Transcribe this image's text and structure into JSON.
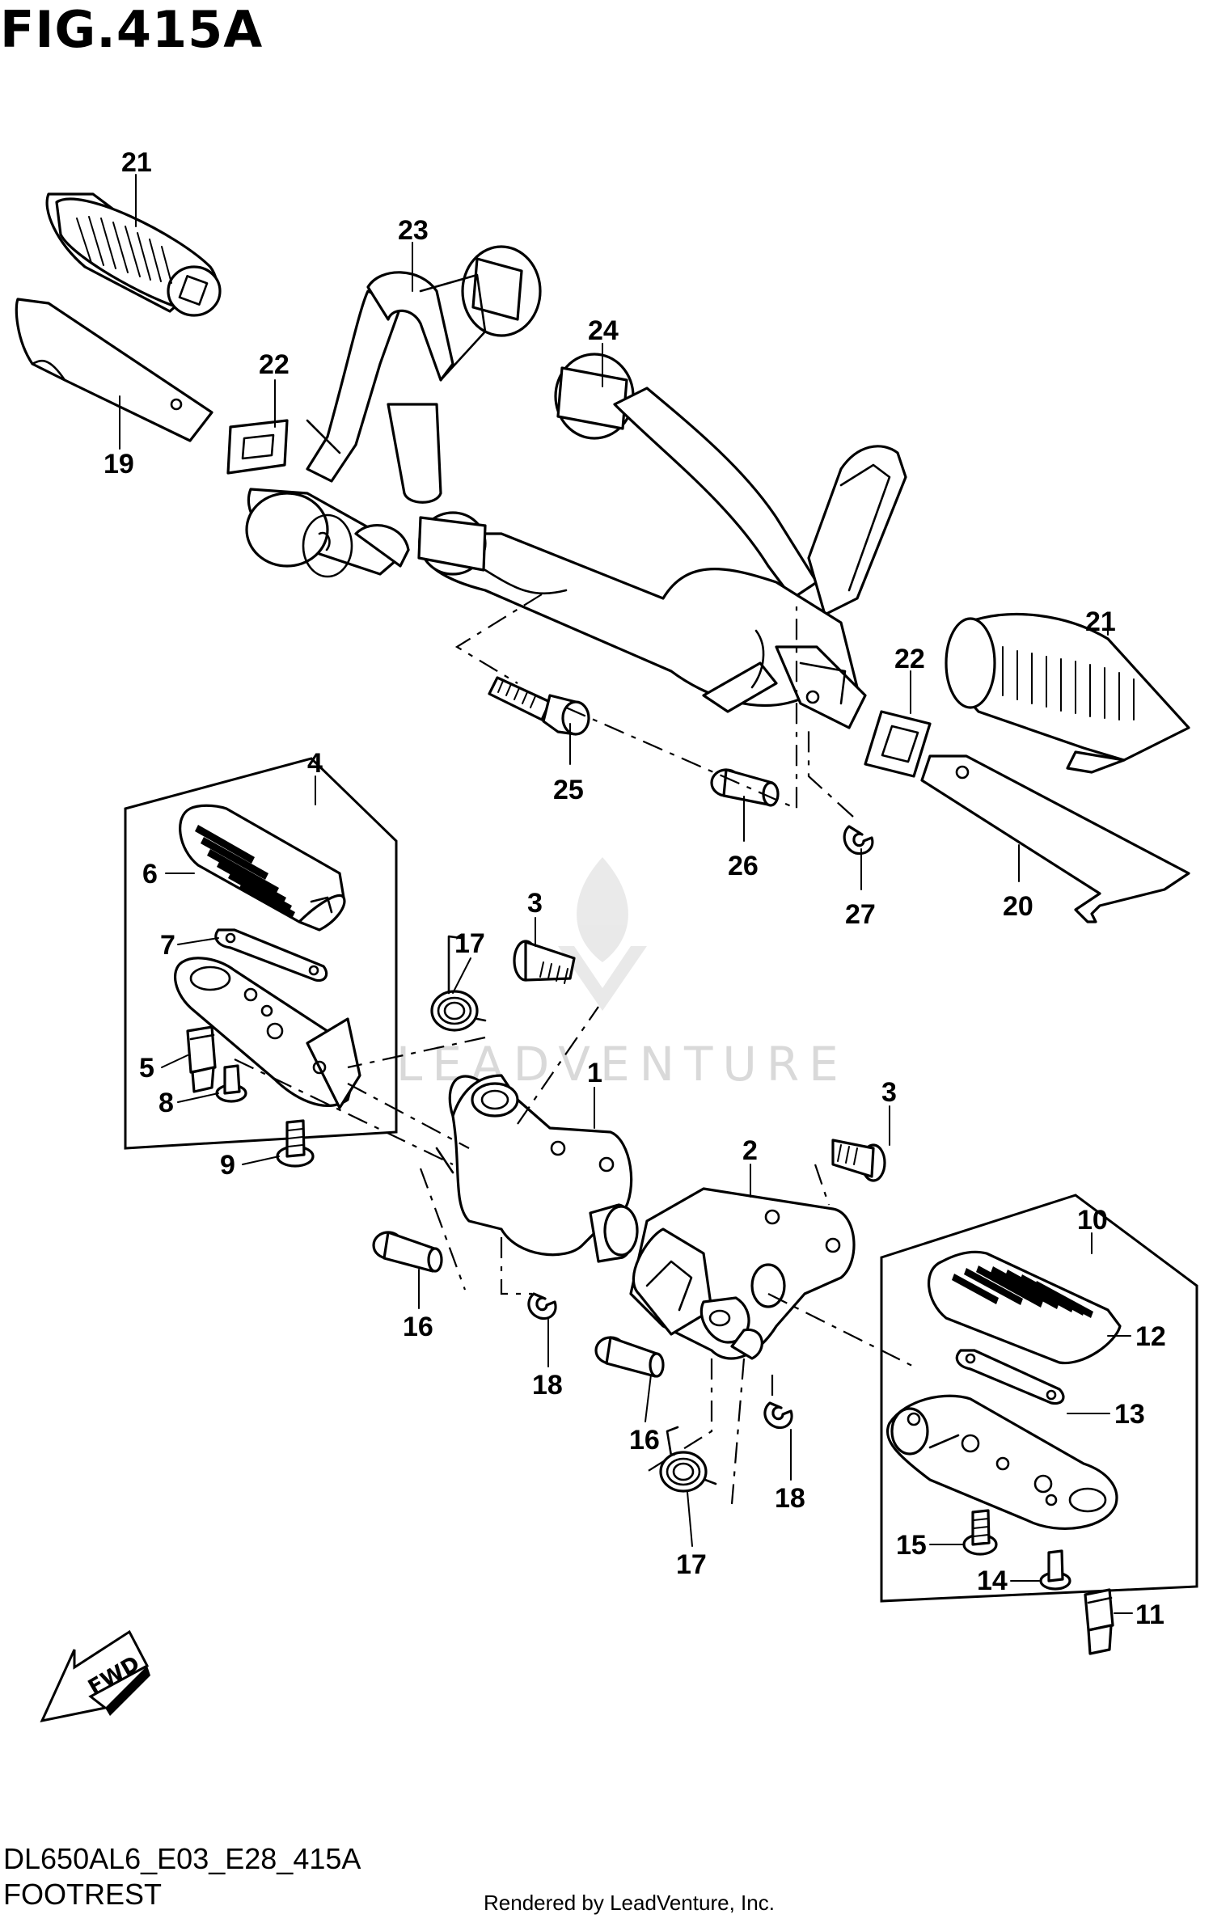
{
  "figure_title": "FIG.415A",
  "model_code": "DL650AL6_E03_E28_415A",
  "caption": "FOOTREST",
  "credit": "Rendered by LeadVenture, Inc.",
  "watermark": "LEADVENTURE",
  "direction_badge": "FWD",
  "callouts": {
    "c21a": "21",
    "c23": "23",
    "c24": "24",
    "c22a": "22",
    "c19": "19",
    "c21b": "21",
    "c22b": "22",
    "c25": "25",
    "c26": "26",
    "c27": "27",
    "c20": "20",
    "c4": "4",
    "c6": "6",
    "c7": "7",
    "c5": "5",
    "c8": "8",
    "c9": "9",
    "c3a": "3",
    "c17a": "17",
    "c1": "1",
    "c3b": "3",
    "c2": "2",
    "c16a": "16",
    "c18a": "18",
    "c16b": "16",
    "c18b": "18",
    "c17b": "17",
    "c10": "10",
    "c12": "12",
    "c13": "13",
    "c15": "15",
    "c14": "14",
    "c11": "11"
  },
  "icons": [
    "fwd-arrow-icon",
    "leadventure-logo-icon"
  ]
}
